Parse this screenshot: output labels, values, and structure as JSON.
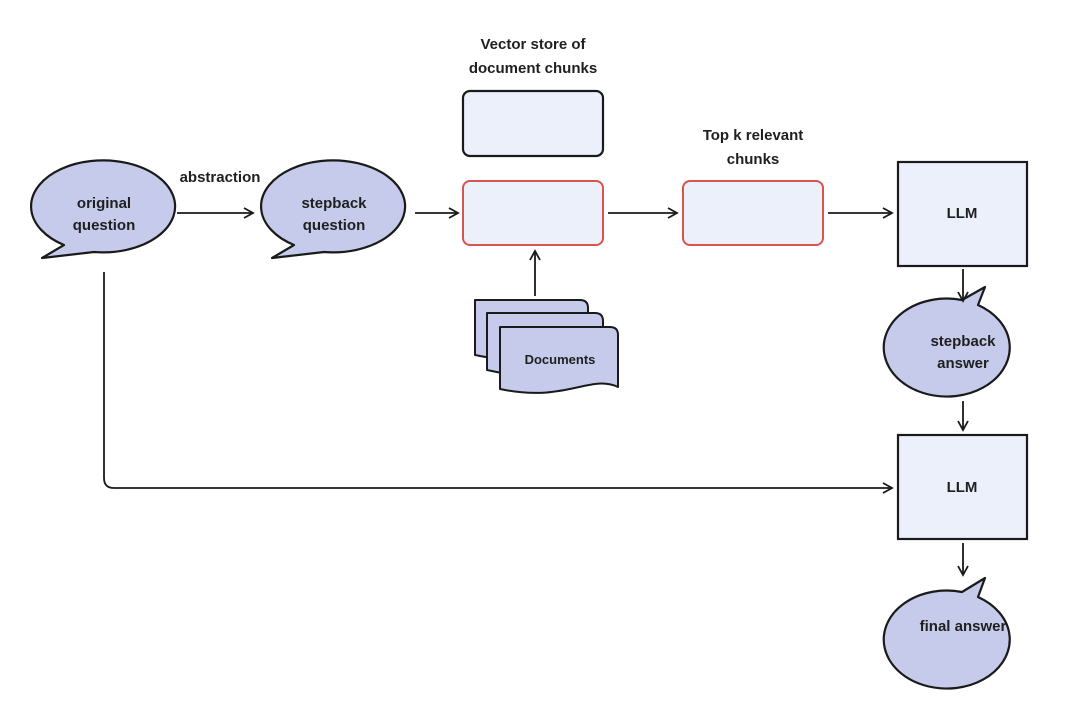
{
  "colors": {
    "node_fill": "#c6cbeb",
    "box_fill": "#ecf0fa",
    "stroke": "#1a1a1a",
    "highlight_stroke": "#d9534f"
  },
  "nodes": {
    "original_question": [
      "original",
      "question"
    ],
    "stepback_question": [
      "stepback",
      "question"
    ],
    "stepback_answer": [
      "stepback",
      "answer"
    ],
    "final_answer": "final answer",
    "documents": "Documents",
    "llm_first": "LLM",
    "llm_second": "LLM"
  },
  "labels": {
    "abstraction": "abstraction",
    "vector_store": [
      "Vector store of",
      "document chunks"
    ],
    "top_k": [
      "Top k relevant",
      "chunks"
    ]
  }
}
